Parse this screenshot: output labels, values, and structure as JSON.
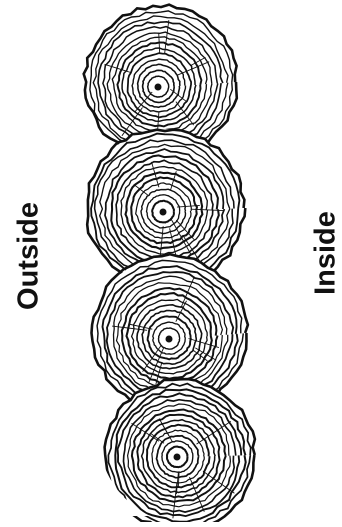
{
  "labels": {
    "left": "Outside",
    "right": "Inside"
  },
  "stack": {
    "segment_count": 4,
    "shape": "concentric-ring-disc",
    "ink_color": "#111111",
    "paper_color": "#ffffff"
  }
}
